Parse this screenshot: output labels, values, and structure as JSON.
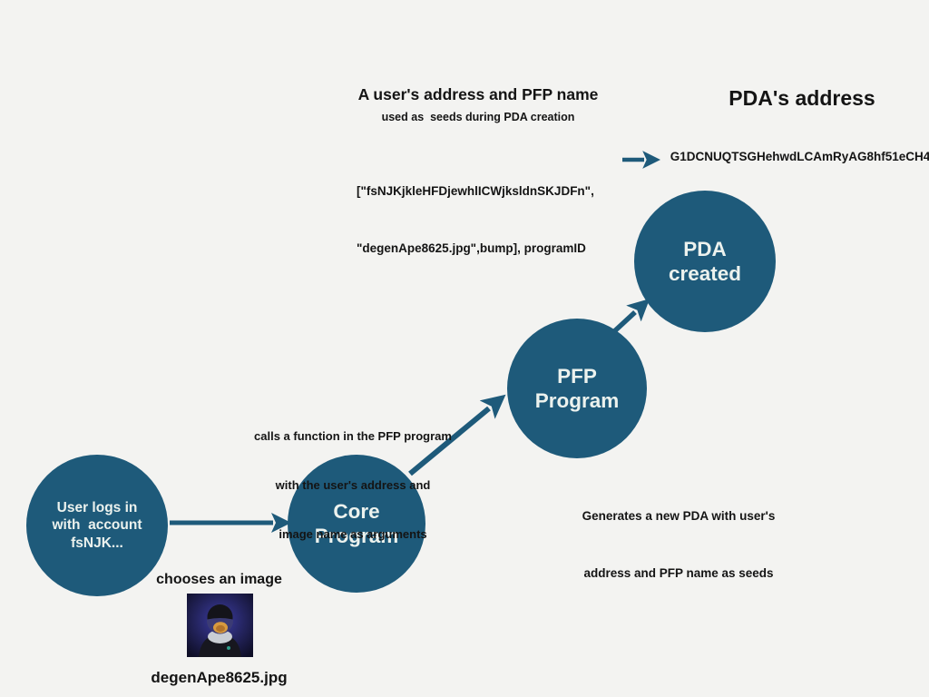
{
  "colors": {
    "background": "#f3f3f1",
    "node_fill": "#1e5a7a",
    "node_text": "#ecf2ee",
    "arrow": "#1e5a7a",
    "text": "#141414"
  },
  "seed_annotation": {
    "title": "A user's address and PFP name",
    "subtitle": "used as  seeds during PDA creation",
    "seeds_line1": "[\"fsNJKjkleHFDjewhlICWjksldnSKJDFn\",",
    "seeds_line2": "\"degenApe8625.jpg\",bump], programID"
  },
  "pda_annotation": {
    "title": "PDA's address",
    "address": "G1DCNUQTSGHehwdLCAmRyAG8hf51eCH4"
  },
  "nodes": {
    "user": {
      "line1": "User logs in",
      "line2": "with  account",
      "line3": "fsNJK..."
    },
    "core": {
      "line1": "Core",
      "line2": "Program"
    },
    "pfp": {
      "line1": "PFP",
      "line2": "Program"
    },
    "pda": {
      "line1": "PDA",
      "line2": "created"
    }
  },
  "labels": {
    "core_to_pfp_line1": "calls a function in the PFP program",
    "core_to_pfp_line2": "with the user's address and",
    "core_to_pfp_line3": "image name as arguments",
    "pfp_note_line1": "Generates a new PDA with user's",
    "pfp_note_line2": "address and PFP name as seeds",
    "chooses_image": "chooses an image",
    "image_filename": "degenApe8625.jpg"
  }
}
